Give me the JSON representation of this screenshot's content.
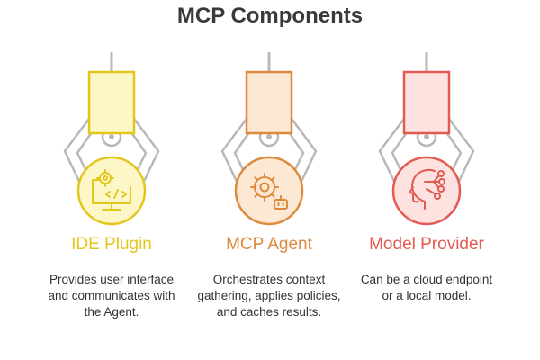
{
  "title": "MCP Components",
  "components": [
    {
      "label": "IDE Plugin",
      "description": "Provides user interface and communicates with the Agent.",
      "icon": "code-monitor-gear-icon",
      "color": "#e3c61c",
      "fill": "#fdf7c8"
    },
    {
      "label": "MCP Agent",
      "description": "Orchestrates context gathering, applies policies, and caches results.",
      "icon": "gear-robot-icon",
      "color": "#dd8a3c",
      "fill": "#fde8d4"
    },
    {
      "label": "Model Provider",
      "description": "Can be a cloud endpoint or a local model.",
      "icon": "ai-head-circuit-icon",
      "color": "#e25a52",
      "fill": "#fde2e0"
    }
  ]
}
